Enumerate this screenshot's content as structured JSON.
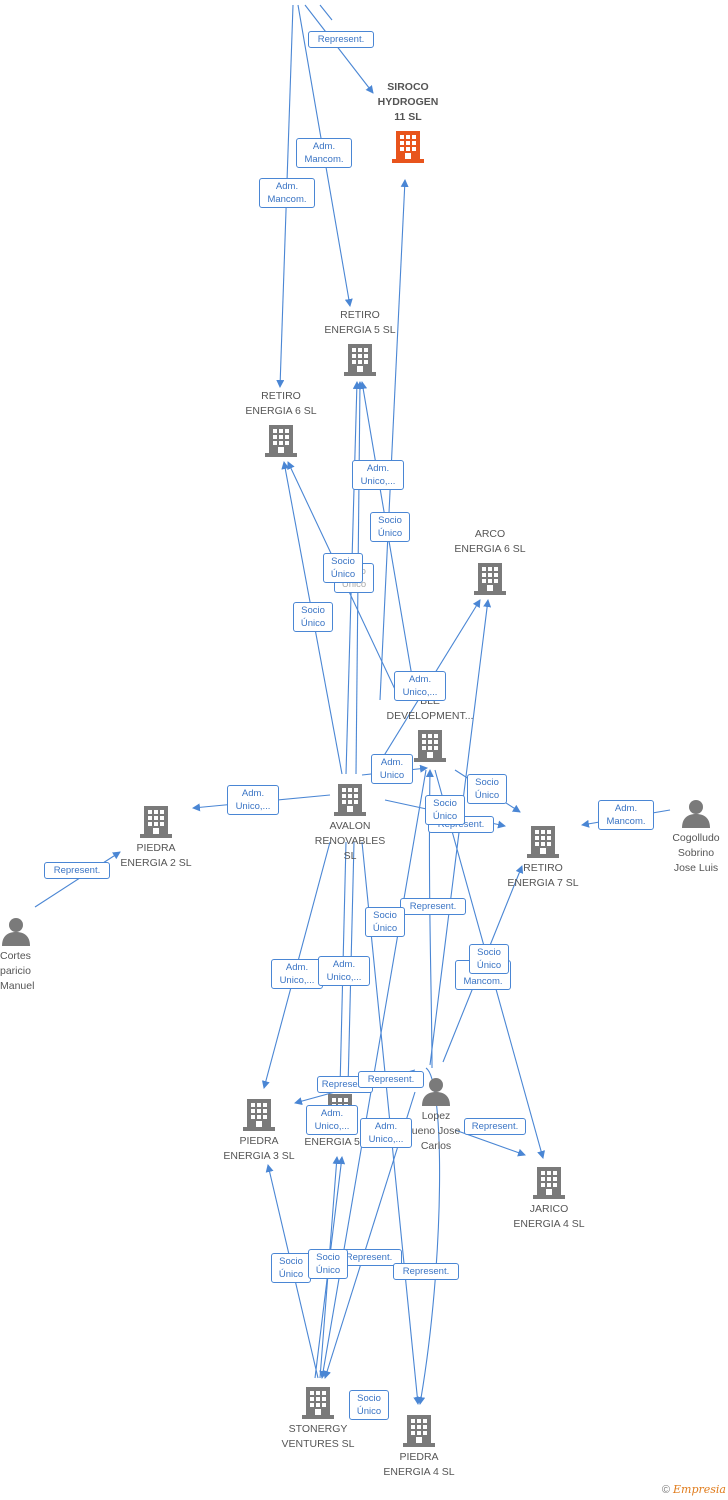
{
  "colors": {
    "edge": "#4a86d4",
    "building": "#7a7a7a",
    "building_highlight": "#e8541c",
    "person": "#7a7a7a"
  },
  "nodes": [
    {
      "id": "siroco",
      "name": "SIROCO\nHYDROGEN\n11  SL",
      "kind": "building-highlight"
    },
    {
      "id": "retiro5",
      "name": "RETIRO\nENERGIA 5  SL",
      "kind": "building"
    },
    {
      "id": "retiro6",
      "name": "RETIRO\nENERGIA 6  SL",
      "kind": "building"
    },
    {
      "id": "arco6",
      "name": "ARCO\nENERGIA 6  SL",
      "kind": "building"
    },
    {
      "id": "dev",
      "name": "N\nBLE\nDEVELOPMENT...",
      "kind": "building"
    },
    {
      "id": "avalon",
      "name": "AVALON\nRENOVABLES\nSL",
      "kind": "building"
    },
    {
      "id": "piedra2",
      "name": "PIEDRA\nENERGIA 2  SL",
      "kind": "building"
    },
    {
      "id": "retiro7",
      "name": "RETIRO\nENERGIA 7  SL",
      "kind": "building"
    },
    {
      "id": "cogolludo",
      "name": "Cogolludo\nSobrino\nJose Luis",
      "kind": "person"
    },
    {
      "id": "cortes",
      "name": "Cortes\nparicio\nManuel",
      "kind": "person"
    },
    {
      "id": "piedra3",
      "name": "PIEDRA\nENERGIA 3  SL",
      "kind": "building"
    },
    {
      "id": "energia5",
      "name": "ENERGIA 5  SL",
      "kind": "building"
    },
    {
      "id": "lopez",
      "name": "Lopez\nueno Jose\nCarlos",
      "kind": "person"
    },
    {
      "id": "jarico4",
      "name": "JARICO\nENERGIA 4  SL",
      "kind": "building"
    },
    {
      "id": "stonergy",
      "name": "STONERGY\nVENTURES  SL",
      "kind": "building"
    },
    {
      "id": "piedra4",
      "name": "PIEDRA\nENERGIA 4  SL",
      "kind": "building"
    }
  ],
  "edge_labels": [
    "Represent.",
    "Adm.\nMancom.",
    "Adm.\nMancom.",
    "Adm.\nUnico,...",
    "Socio\nÚnico",
    "Socio\nÚnico",
    "Socio\nÚnico",
    "Adm.\nUnico,...",
    "Adm.\nUnico",
    "Adm.\nUnico,...",
    "Socio\nÚnico",
    "Socio\nÚnico",
    "Represent.",
    "Adm.\nMancom.",
    "Represent.",
    "Socio\nÚnico",
    "Represent.",
    "Adm.\nUnico,...",
    "Adm.\nUnico,...",
    "Adm.\nMancom.",
    "Socio\nÚnico",
    "Represent.",
    "Represent.",
    "Adm.\nUnico,...",
    "Adm.\nUnico,...",
    "Represent.",
    "Represent.",
    "Represent.",
    "Socio\nÚnico",
    "Socio\nÚnico",
    "Socio\nÚnico"
  ],
  "footer": {
    "copyright": "©",
    "brand": "Empresia"
  }
}
